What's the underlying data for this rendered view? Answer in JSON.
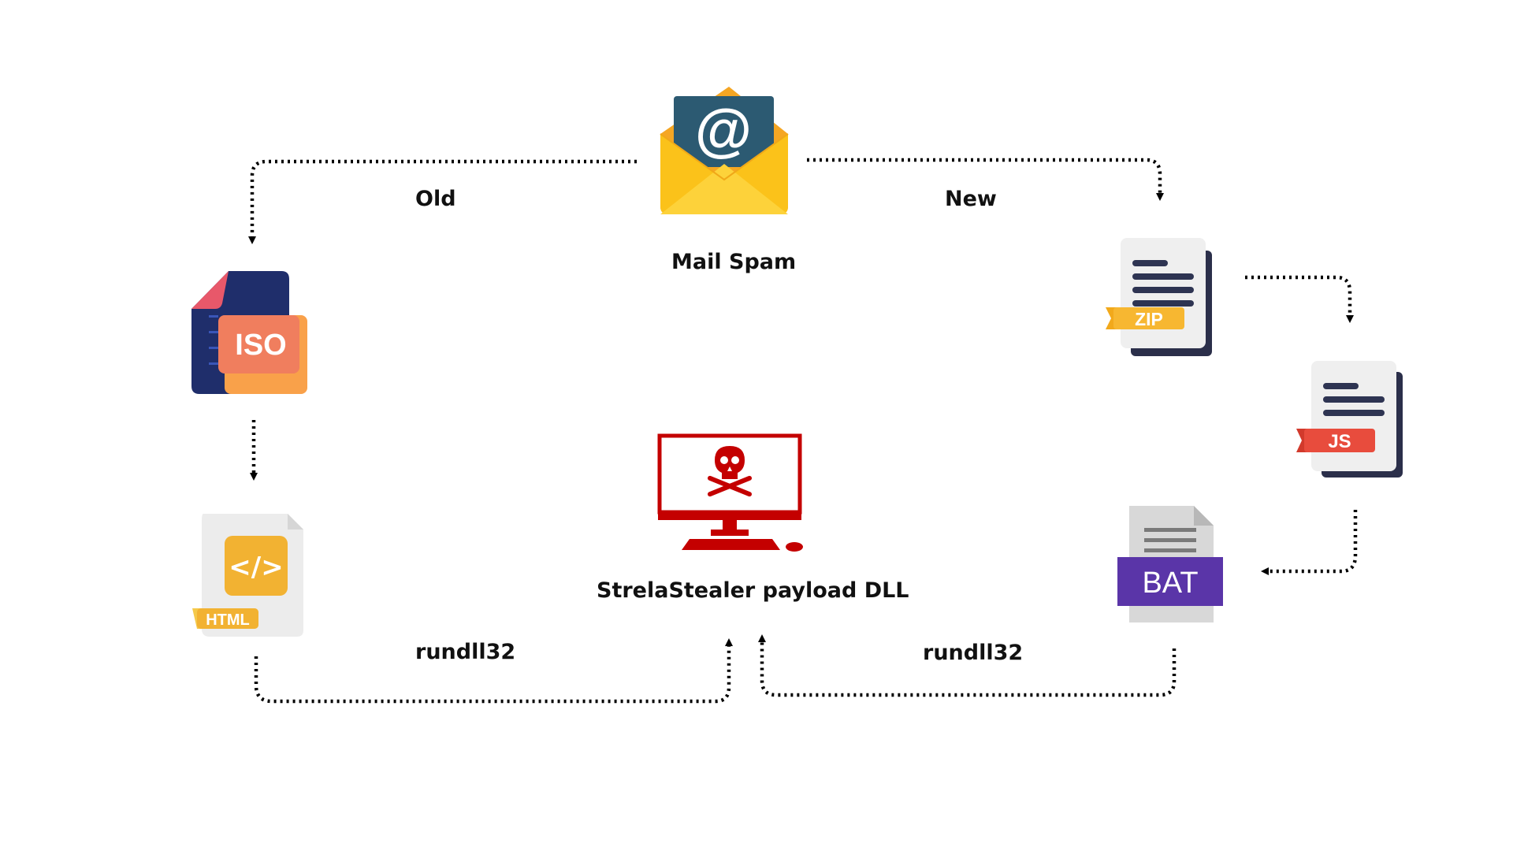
{
  "labels": {
    "old": "Old",
    "new": "New",
    "mail_spam": "Mail Spam",
    "payload": "StrelaStealer payload DLL",
    "rundll_left": "rundll32",
    "rundll_right": "rundll32"
  },
  "icons": {
    "mail": {
      "name": "mail-envelope-icon",
      "glyph": "@"
    },
    "iso": {
      "name": "iso-file-icon",
      "tag": "ISO"
    },
    "html": {
      "name": "html-file-icon",
      "tag": "HTML",
      "glyph": "</>"
    },
    "zip": {
      "name": "zip-file-icon",
      "tag": "ZIP"
    },
    "js": {
      "name": "js-file-icon",
      "tag": "JS"
    },
    "bat": {
      "name": "bat-file-icon",
      "tag": "BAT"
    },
    "monitor": {
      "name": "infected-monitor-icon"
    }
  },
  "colors": {
    "envelope": "#FBBF16",
    "envelope_card": "#2C5A72",
    "iso_body": "#1F2E6B",
    "iso_tag": "#F07E5E",
    "html_tag": "#F2B232",
    "zip_tag": "#F5A623",
    "js_tag": "#E84C3D",
    "bat_tag": "#5A35A8",
    "monitor": "#C40000",
    "arrow": "#000000"
  }
}
